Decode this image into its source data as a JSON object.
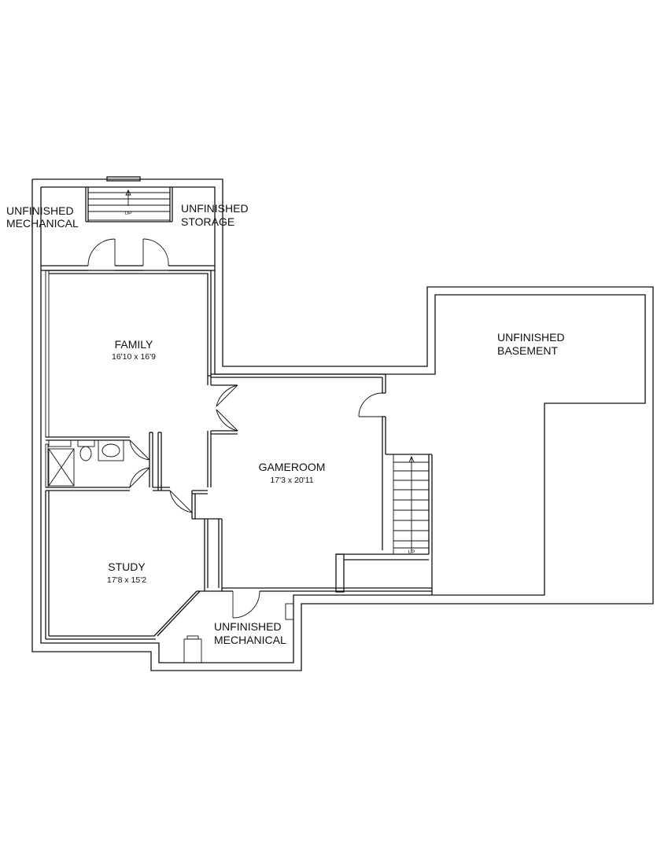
{
  "rooms": {
    "unfinished_mechanical_top": {
      "line1": "UNFINISHED",
      "line2": "MECHANICAL"
    },
    "unfinished_storage": {
      "line1": "UNFINISHED",
      "line2": "STORAGE"
    },
    "family": {
      "name": "FAMILY",
      "size": "16'10 x 16'9"
    },
    "unfinished_basement": {
      "line1": "UNFINISHED",
      "line2": "BASEMENT"
    },
    "gameroom": {
      "name": "GAMEROOM",
      "size": "17'3 x 20'11"
    },
    "study": {
      "name": "STUDY",
      "size": "17'8 x 15'2"
    },
    "unfinished_mechanical_bottom": {
      "line1": "UNFINISHED",
      "line2": "MECHANICAL"
    }
  },
  "stairs": {
    "top_label": "UP",
    "right_label": "UP"
  }
}
